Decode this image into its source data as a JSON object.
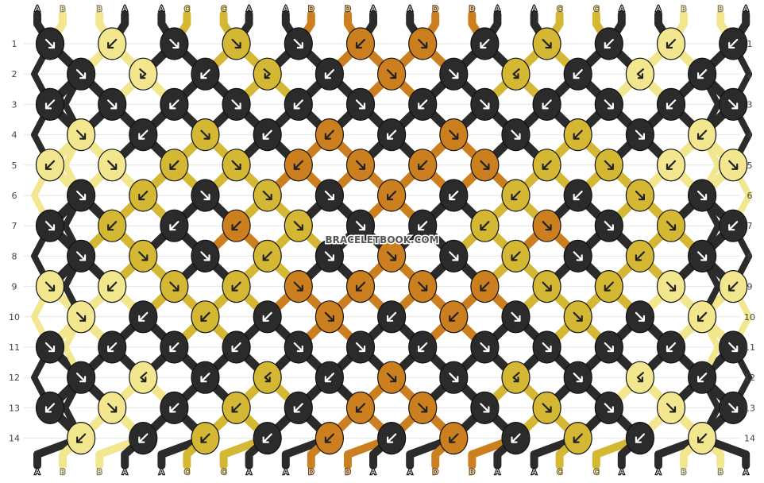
{
  "watermark": "BRACELETBOOK.COM",
  "rows": [
    "1",
    "2",
    "3",
    "4",
    "5",
    "6",
    "7",
    "8",
    "9",
    "10",
    "11",
    "12",
    "13",
    "14"
  ],
  "strings_top": [
    "A",
    "B",
    "B",
    "A",
    "A",
    "C",
    "C",
    "A",
    "A",
    "D",
    "D",
    "A",
    "A",
    "D",
    "D",
    "A",
    "A",
    "C",
    "C",
    "A",
    "A",
    "B",
    "B",
    "A"
  ],
  "strings_bottom": [
    "A",
    "B",
    "B",
    "A",
    "A",
    "C",
    "C",
    "A",
    "A",
    "D",
    "D",
    "A",
    "A",
    "D",
    "D",
    "A",
    "A",
    "C",
    "C",
    "A",
    "A",
    "B",
    "B",
    "A"
  ],
  "colors": {
    "A": "#2b2b2b",
    "B": "#f2e68e",
    "C": "#d4b733",
    "D": "#cc7f1f"
  },
  "knots": [
    [
      "A-dr",
      "B-dl",
      "A-dr",
      "C-dr",
      "A-dr",
      "D-dl",
      "D-dr",
      "A-dl",
      "C-dr",
      "A-dl",
      "B-dl",
      "A-dl"
    ],
    [
      "A-dr",
      "B-fr",
      "A-dl",
      "C-fr",
      "A-dl",
      "D-dr",
      "A-dr",
      "C-fl",
      "A-dl",
      "B-fl",
      "A-dl"
    ],
    [
      "A-dl",
      "A-dr",
      "A-dl",
      "A-dr",
      "A-dl",
      "A-dr",
      "A-dl",
      "A-dr",
      "A-dl",
      "A-dr",
      "A-dl",
      "A-dr"
    ],
    [
      "B-dr",
      "A-dl",
      "C-dr",
      "A-dl",
      "D-dl",
      "A-dl",
      "D-dr",
      "A-dr",
      "C-dl",
      "A-dr",
      "B-dl"
    ],
    [
      "B-dl",
      "B-dr",
      "C-dl",
      "C-dr",
      "D-dl",
      "D-dr",
      "D-dl",
      "D-dr",
      "C-dl",
      "C-dr",
      "B-dl",
      "B-dr"
    ],
    [
      "A-dr",
      "C-dl",
      "A-dr",
      "C-dr",
      "A-dr",
      "D-dl",
      "A-dl",
      "C-dl",
      "A-dl",
      "C-dr",
      "A-dr"
    ],
    [
      "A-dr",
      "C-dl",
      "A-dl",
      "D-dl",
      "C-dr",
      "A-dr",
      "A-dl",
      "C-dl",
      "D-dr",
      "A-dr",
      "C-dr",
      "A-dl"
    ],
    [
      "A-dr",
      "C-dr",
      "A-dr",
      "C-dl",
      "A-dr",
      "D-dr",
      "A-dr",
      "C-dl",
      "A-dr",
      "C-dl",
      "A-dr"
    ],
    [
      "B-dr",
      "B-dl",
      "C-dr",
      "C-dl",
      "D-dr",
      "D-dl",
      "D-dr",
      "D-dl",
      "C-dr",
      "C-dl",
      "B-dr",
      "B-dl"
    ],
    [
      "B-dr",
      "A-dl",
      "C-dl",
      "A-dl",
      "D-dr",
      "A-dl",
      "D-dl",
      "A-dr",
      "C-dr",
      "A-dr",
      "B-dl"
    ],
    [
      "A-dr",
      "A-dl",
      "A-dl",
      "A-dl",
      "A-dr",
      "A-dr",
      "A-dl",
      "A-dr",
      "A-dr",
      "A-dr",
      "A-dl",
      "A-dr"
    ],
    [
      "A-dr",
      "B-fl",
      "A-dl",
      "C-fl",
      "A-dl",
      "D-dr",
      "A-dr",
      "C-fl",
      "A-dr",
      "B-fl",
      "A-dl"
    ],
    [
      "A-dl",
      "B-dr",
      "A-dl",
      "C-dl",
      "A-dl",
      "D-dl",
      "D-dr",
      "A-dr",
      "C-dr",
      "A-dr",
      "B-dr",
      "A-dr"
    ],
    [
      "B-dl",
      "A-dl",
      "C-dl",
      "A-dl",
      "D-dl",
      "A-dl",
      "D-dl",
      "A-dl",
      "C-dl",
      "A-dl",
      "B-dl"
    ]
  ]
}
